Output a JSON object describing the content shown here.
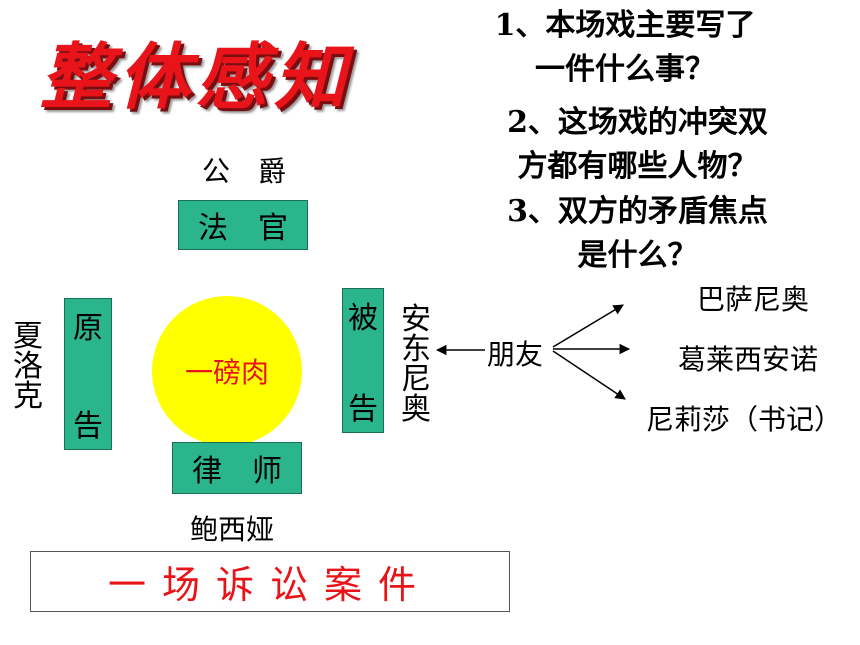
{
  "title": "整体感知",
  "questions": [
    {
      "line1": "1、本场戏主要写了",
      "line2": "一件什么事？"
    },
    {
      "line1": "2、这场戏的冲突双",
      "line2": "方都有哪些人物？"
    },
    {
      "line1": "3、双方的矛盾焦点",
      "line2": "是什么？"
    }
  ],
  "duke": "公　爵",
  "judge": "法　官",
  "lawyer": "律　师",
  "portia": "鲍西娅",
  "plaintiff": {
    "top": "原",
    "bottom": "告"
  },
  "defendant": {
    "top": "被",
    "bottom": "告"
  },
  "shylock": "夏洛克",
  "antonio": "安东尼奥",
  "pound_of_flesh": "一磅肉",
  "friends_label": "朋友",
  "friends": [
    "巴萨尼奥",
    "葛莱西安诺",
    "尼莉莎（书记）"
  ],
  "case_label": "一场诉讼案件",
  "colors": {
    "title": "#e8141a",
    "box": "#2bb58c",
    "circle": "#ffff00"
  }
}
